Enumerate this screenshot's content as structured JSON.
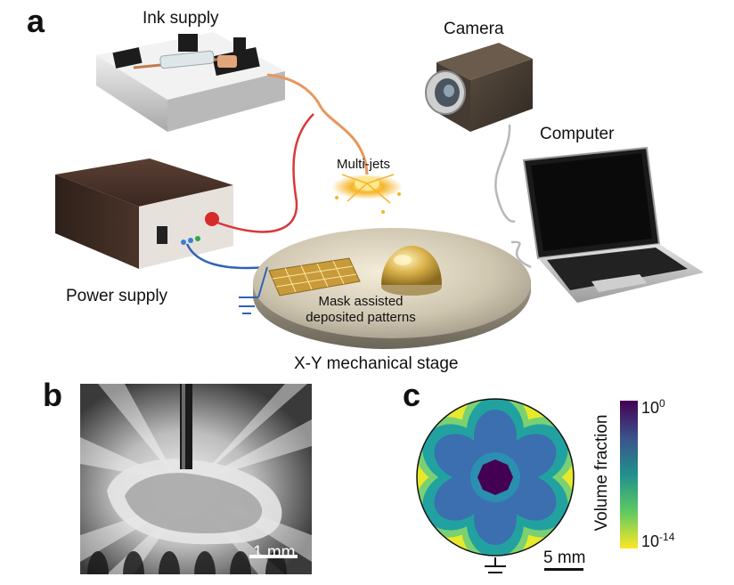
{
  "panels": {
    "a": {
      "letter": "a",
      "labels": {
        "ink_supply": "Ink supply",
        "camera": "Camera",
        "computer": "Computer",
        "multi_jets": "Multi-jets",
        "power_supply": "Power supply",
        "mask_line1": "Mask assisted",
        "mask_line2": "deposited patterns",
        "stage": "X-Y mechanical stage"
      }
    },
    "b": {
      "letter": "b",
      "scale_bar": "1 mm"
    },
    "c": {
      "letter": "c",
      "scale_bar": "5 mm",
      "colorbar": {
        "title": "Volume fraction",
        "max_label_base": "10",
        "max_label_exp": "0",
        "min_label_base": "10",
        "min_label_exp": "-14"
      }
    }
  },
  "colors": {
    "red_wire": "#d9383a",
    "blue_wire": "#2f63b8",
    "orange_tube": "#e8975a",
    "gray_cable": "#b8b8b8",
    "viridis_dark": "#440154",
    "viridis_blue": "#3b6fb0",
    "viridis_teal": "#21a2a0",
    "viridis_yellow": "#e6ea2b"
  }
}
